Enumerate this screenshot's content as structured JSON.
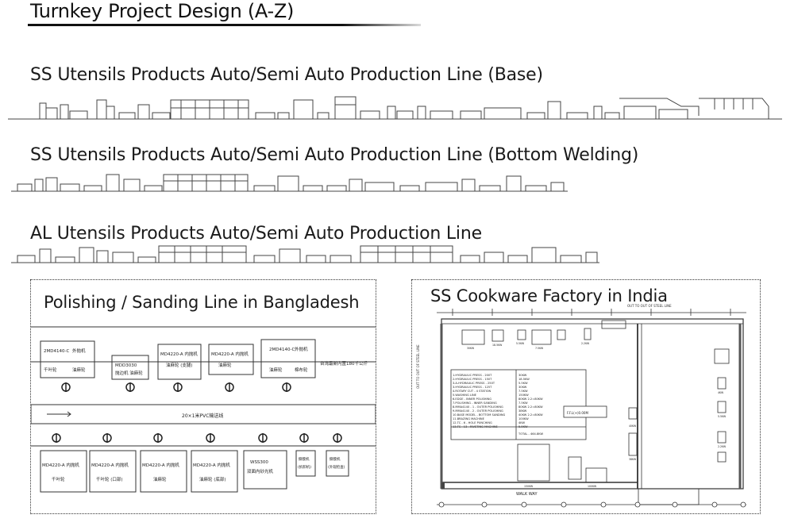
{
  "page": {
    "title": "Turnkey Project Design (A-Z)"
  },
  "lines": [
    {
      "title": "SS Utensils Products Auto/Semi Auto Production Line (Base)"
    },
    {
      "title": "SS Utensils Products Auto/Semi Auto Production Line (Bottom Welding)"
    },
    {
      "title": "AL Utensils Products Auto/Semi Auto Production Line"
    }
  ],
  "polishing": {
    "title": "Polishing / Sanding Line in Bangladesh",
    "conveyor_label": "20×1米PVC输送线",
    "side_note": "台湾最新内置180千公斤",
    "top_machines": [
      {
        "line1": "2MD4140-C",
        "line2": "外抛机",
        "line3": "千叶轮",
        "line4": "油麻轮"
      },
      {
        "line1": "MDD3030",
        "line2": "抛边机 油麻轮",
        "line3": "",
        "line4": ""
      },
      {
        "line1": "MD4220-A 内抛机",
        "line2": "油麻轮 (支腿)",
        "line3": "",
        "line4": ""
      },
      {
        "line1": "MD4220-A 内抛机",
        "line2": "油麻轮",
        "line3": "",
        "line4": ""
      },
      {
        "line1": "2MD4140-C",
        "line2": "外抛机",
        "line3": "油麻轮",
        "line4": "棉布轮"
      }
    ],
    "bottom_machines": [
      {
        "line1": "MD4220-A 内抛机",
        "line2": "千叶轮"
      },
      {
        "line1": "MD4220-A 内抛机",
        "line2": "千叶轮 (口部)"
      },
      {
        "line1": "MD4220-A 内抛机",
        "line2": "油麻轮"
      },
      {
        "line1": "MD4220-A 内抛机",
        "line2": "油麻轮 (底部)"
      },
      {
        "line1": "WSS300",
        "line2": "双面内砂光机"
      },
      {
        "line1": "撕膜机",
        "line2": "(拆卸机)"
      },
      {
        "line1": "撕膜机",
        "line2": "(外观检查)"
      }
    ]
  },
  "factory": {
    "title": "SS Cookware Factory in India",
    "top_label": "OUT TO OUT OF STEEL LINE",
    "side_label": "OUT TO OUT OF STEEL LINE",
    "walkway_label": "WALK WAY",
    "ffl_label": "F.F.L(+)0.00M",
    "total_label": "TOTAL - 464.8KW",
    "equipment_list": [
      {
        "name": "1.HYDRAULIC PRESS - 200T",
        "power": "30KW"
      },
      {
        "name": "2.HYDRAULIC PRESS - 150T",
        "power": "18.5KW"
      },
      {
        "name": "3.A-HYDRAULIC PRESS - 250T",
        "power": "5.5KW"
      },
      {
        "name": "3.HYDRAULIC PRESS - 125T",
        "power": "30KW"
      },
      {
        "name": "4.ROTARY CUT - 4 STATION",
        "power": "7.5KW"
      },
      {
        "name": "5.WASHING LINE",
        "power": "150KW"
      },
      {
        "name": "6.EDGE - INNER POLISHING",
        "power": "80KW 2.2=80KW"
      },
      {
        "name": "7.POLISHING - INNER SANDING",
        "power": "7.5KW"
      },
      {
        "name": "8.MMA4140 - 1 - OUTER POLISHING",
        "power": "80KW 2.2=80KW"
      },
      {
        "name": "9.MMA4140 - 2 - OUTER POLISHING",
        "power": "38KW"
      },
      {
        "name": "10.BASE MODEL - BOTTOM SANDING",
        "power": "40KW 2.2=80KW"
      },
      {
        "name": "11.BRAZING MACHINE",
        "power": "100KW"
      },
      {
        "name": "12.TC - 6 - HOLE PUNCHING",
        "power": "4KW"
      },
      {
        "name": "13.TC - 13 - RIVETING MACHINE",
        "power": "5.5KW"
      }
    ],
    "power_labels": [
      "30KW",
      "18.5KW",
      "5.5KW",
      "7.5KW",
      "2.2KW",
      "150KW",
      "40KW",
      "38KW",
      "100KW",
      "4KW",
      "5.5KW",
      "2.2KW"
    ]
  }
}
